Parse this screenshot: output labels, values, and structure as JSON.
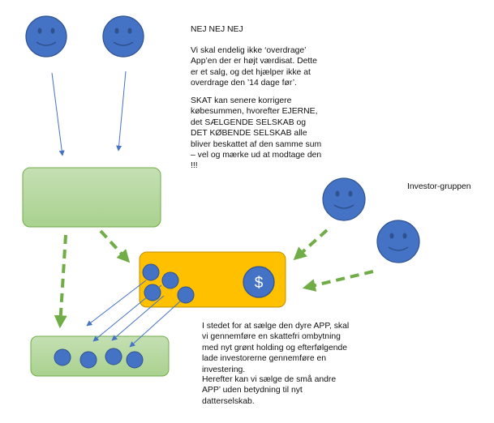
{
  "texts": {
    "title": "NEJ NEJ NEJ",
    "note1": "Vi skal endelig ikke ‘overdrage’ App’en der er højt værdisat. Dette er et salg, og det hjælper ikke at overdrage den ’14 dage før’.",
    "note2": "SKAT kan senere korrigere købesummen, hvorefter EJERNE, det SÆLGENDE SELSKAB og DET KØBENDE SELSKAB alle bliver beskattet af den samme sum – vel og mærke ud at modtage den !!!",
    "investor_label": "Investor-gruppen",
    "note3": "I stedet for at sælge den dyre APP, skal vi gennemføre en skattefri ombytning med nyt grønt holding og efterfølgende lade investorerne gennemføre en investering.",
    "note4": "Herefter kan vi sælge de små andre APP’ uden betydning til nyt datterselskab."
  },
  "icons": {
    "owner_face": "smiley-face-icon",
    "investor_face": "smiley-face-icon",
    "currency": "dollar-sign-icon"
  },
  "symbols": {
    "dollar": "$"
  },
  "colors": {
    "face_fill": "#4472C4",
    "face_stroke": "#2F528F",
    "green_fill": "#A9D18E",
    "green_stroke": "#70AD47",
    "orange_fill": "#FFC000",
    "orange_stroke": "#BF9000",
    "arrow_blue": "#4472C4",
    "arrow_green": "#70AD47"
  }
}
